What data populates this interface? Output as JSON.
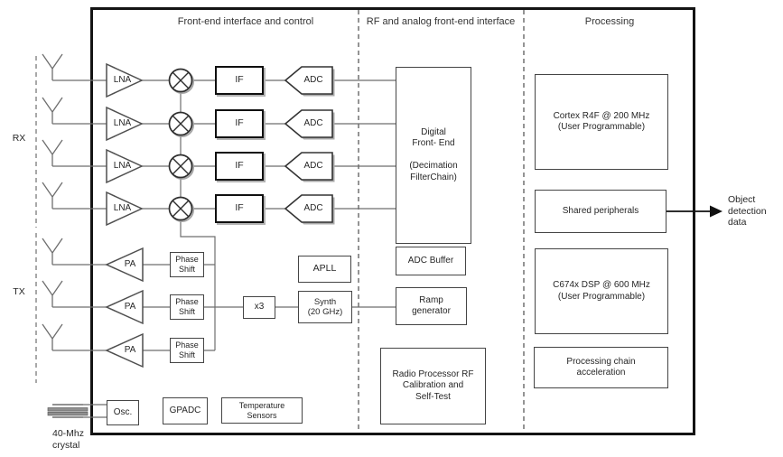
{
  "sections": {
    "front_end": "Front-end interface and control",
    "rf_analog": "RF and analog front-end interface",
    "processing": "Processing"
  },
  "labels": {
    "rx": "RX",
    "tx": "TX",
    "lna": "LNA",
    "pa": "PA",
    "if": "IF",
    "adc": "ADC",
    "phase_shift": "Phase\nShift",
    "x3": "x3",
    "apll": "APLL",
    "synth": "Synth\n(20 GHz)",
    "dfe": "Digital\nFront- End\n\n(Decimation\nFilterChain)",
    "adc_buffer": "ADC Buffer",
    "ramp_generator": "Ramp\ngenerator",
    "radio_processor": "Radio Processor RF\nCalibration and\nSelf-Test",
    "cortex": "Cortex R4F @ 200 MHz\n(User Programmable)",
    "shared_peripherals": "Shared peripherals",
    "dsp": "C674x DSP @ 600 MHz\n(User Programmable)",
    "processing_chain": "Processing chain\nacceleration",
    "osc": "Osc.",
    "gpadc": "GPADC",
    "temperature_sensors": "Temperature\nSensors",
    "crystal": "40-Mhz\ncrystal",
    "output": "Object\ndetection\ndata"
  },
  "colors": {
    "line": "#6e6e6e",
    "border": "#454545",
    "heavy_border": "#101010",
    "shadow": "#ababab",
    "text": "#262626"
  }
}
